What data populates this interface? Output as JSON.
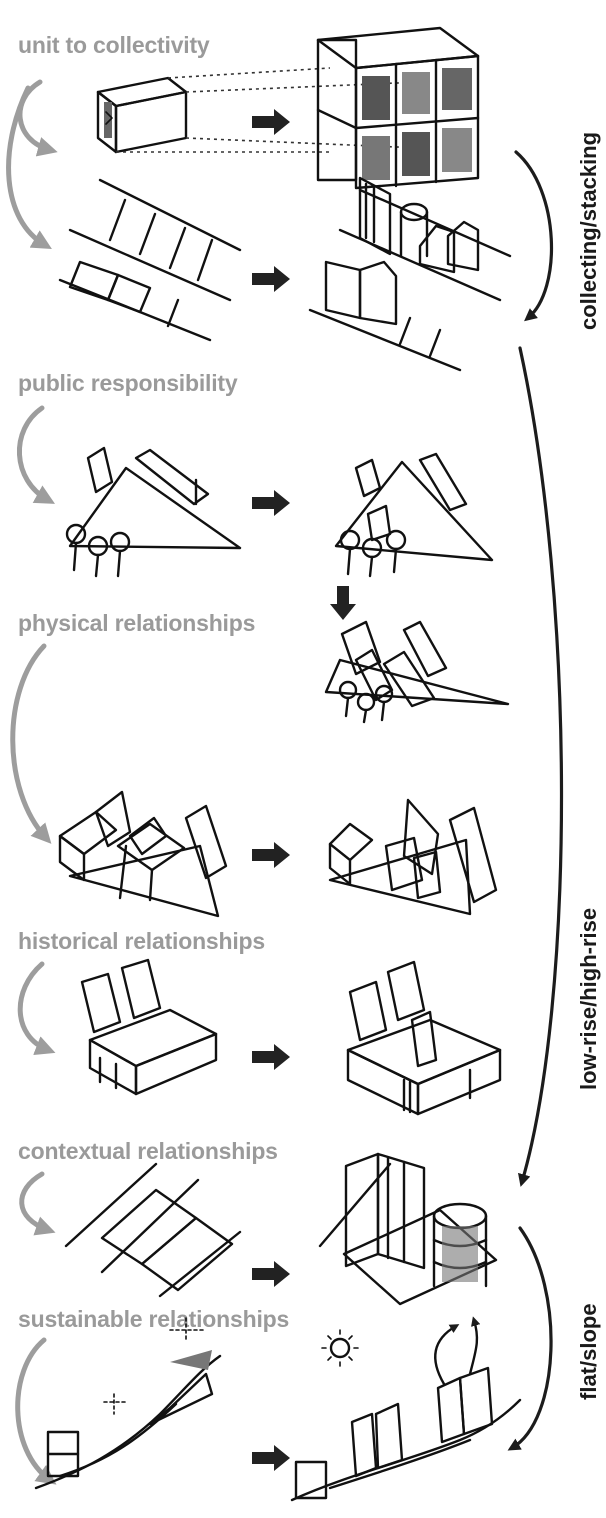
{
  "sections": [
    {
      "id": "unit",
      "label": "unit to collectivity"
    },
    {
      "id": "public",
      "label": "public responsibility"
    },
    {
      "id": "physical",
      "label": "physical relationships"
    },
    {
      "id": "historical",
      "label": "historical relationships"
    },
    {
      "id": "contextual",
      "label": "contextual relationships"
    },
    {
      "id": "sustainable",
      "label": "sustainable relationships"
    }
  ],
  "side_labels": {
    "stacking": "collecting/stacking",
    "rise": "low-rise/high-rise",
    "slope": "flat/slope"
  },
  "colors": {
    "label_grey": "#9a9a9a",
    "ink": "#111111",
    "fill_light": "#bdbdbd",
    "fill_mid": "#8e8e8e",
    "fill_dark": "#5a5a5a"
  }
}
